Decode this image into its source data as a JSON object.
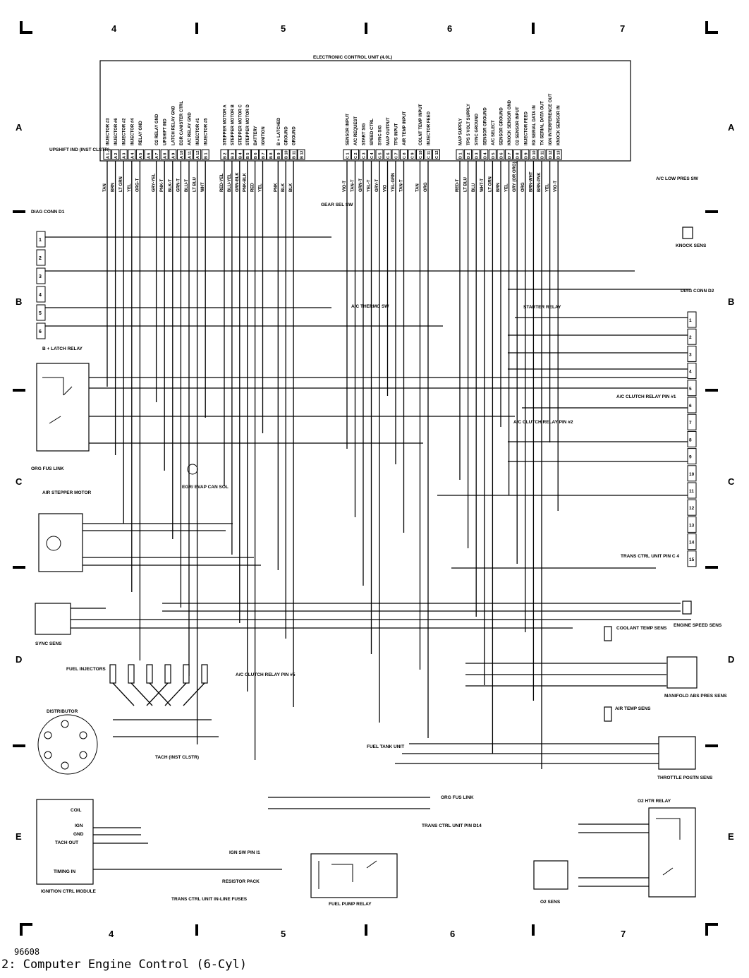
{
  "grid": {
    "columns": [
      "4",
      "5",
      "6",
      "7"
    ],
    "rows": [
      "A",
      "B",
      "C",
      "D",
      "E"
    ]
  },
  "ecu": {
    "title": "ELECTRONIC CONTROL UNIT (4.0L)",
    "pins_a": [
      {
        "pin": "A 1",
        "func": "INJECTOR #3",
        "wire": "TAN"
      },
      {
        "pin": "A 2",
        "func": "INJECTOR #6",
        "wire": "BRN"
      },
      {
        "pin": "A 3",
        "func": "INJECTOR #2",
        "wire": "LT GRN"
      },
      {
        "pin": "A 4",
        "func": "INJECTOR #4",
        "wire": "YEL"
      },
      {
        "pin": "A 5",
        "func": "RELAY GND",
        "wire": "ORG-T"
      },
      {
        "pin": "A 6",
        "func": "",
        "wire": ""
      },
      {
        "pin": "A 7",
        "func": "O2 RELAY GND",
        "wire": "GRY-YEL"
      },
      {
        "pin": "A 8",
        "func": "UPSHIFT IND",
        "wire": "PNK-T"
      },
      {
        "pin": "A 9",
        "func": "LATCH RELAY GND",
        "wire": "BLK-T"
      },
      {
        "pin": "A 10",
        "func": "EGR CANISTER CTRL",
        "wire": "GRN-T"
      },
      {
        "pin": "A 11",
        "func": "A/C RELAY GND",
        "wire": "BLU-T"
      },
      {
        "pin": "A 12",
        "func": "INJECTOR #1",
        "wire": "LT BLU"
      },
      {
        "pin": "B 1",
        "func": "INJECTOR #5",
        "wire": "WHT"
      }
    ],
    "pins_b": [
      {
        "pin": "B 2",
        "func": "STEPPER MOTOR A",
        "wire": "RED-YEL"
      },
      {
        "pin": "B 3",
        "func": "STEPPER MOTOR B",
        "wire": "BLU-YEL"
      },
      {
        "pin": "B 4",
        "func": "STEPPER MOTOR C",
        "wire": "GRN-BLK"
      },
      {
        "pin": "B 5",
        "func": "STEPPER MOTOR D",
        "wire": "PNK-BLK"
      },
      {
        "pin": "B 6",
        "func": "BATTERY",
        "wire": "RED"
      },
      {
        "pin": "B 7",
        "func": "IGNITION",
        "wire": "YEL"
      },
      {
        "pin": "B 8",
        "func": "",
        "wire": ""
      },
      {
        "pin": "B 9",
        "func": "B + LATCHED",
        "wire": "PNK"
      },
      {
        "pin": "B 10",
        "func": "GROUND",
        "wire": "BLK"
      },
      {
        "pin": "B 11",
        "func": "GROUND",
        "wire": "BLK"
      },
      {
        "pin": "B 12",
        "func": "",
        "wire": ""
      }
    ],
    "pins_c": [
      {
        "pin": "C 1",
        "func": "SENSOR INPUT",
        "wire": "VIO-T"
      },
      {
        "pin": "C 2",
        "func": "A/C REQUEST",
        "wire": "TAN-T"
      },
      {
        "pin": "C 3",
        "func": "START SIG",
        "wire": "GRN-T"
      },
      {
        "pin": "C 4",
        "func": "SPEED CTRL",
        "wire": "YEL-T"
      },
      {
        "pin": "C 5",
        "func": "SYNC SIG",
        "wire": "GRY-T"
      },
      {
        "pin": "C 6",
        "func": "MAP OUTPUT",
        "wire": "VIO"
      },
      {
        "pin": "C 7",
        "func": "TPS INPUT",
        "wire": "YEL-GRN"
      },
      {
        "pin": "C 8",
        "func": "AIR TEMP INPUT",
        "wire": "TAN-T"
      },
      {
        "pin": "C 9",
        "func": "",
        "wire": ""
      },
      {
        "pin": "C 10",
        "func": "COLNT TEMP INPUT",
        "wire": "TAN"
      },
      {
        "pin": "C 11",
        "func": "INJECTOR FEED",
        "wire": "ORG"
      },
      {
        "pin": "C 12",
        "func": "",
        "wire": ""
      }
    ],
    "pins_d": [
      {
        "pin": "D 1",
        "func": "MAP SUPPLY",
        "wire": "RED-T"
      },
      {
        "pin": "D 2",
        "func": "TPS 5 VOLT SUPPLY",
        "wire": "LT BLU"
      },
      {
        "pin": "D 3",
        "func": "SYNC GROUND",
        "wire": "BLU"
      },
      {
        "pin": "D 4",
        "func": "SENSOR GROUND",
        "wire": "WHT-T"
      },
      {
        "pin": "D 5",
        "func": "A/C SELECT",
        "wire": "LT GRN"
      },
      {
        "pin": "D 6",
        "func": "SENSOR GROUND",
        "wire": "BRN"
      },
      {
        "pin": "D 7",
        "func": "KNOCK SENSOR GND",
        "wire": "YEL"
      },
      {
        "pin": "D 8",
        "func": "O2 SENSOR INPUT",
        "wire": "GRY (OR ORG)"
      },
      {
        "pin": "D 9",
        "func": "INJECTOR FEED",
        "wire": "ORG"
      },
      {
        "pin": "D 10",
        "func": "RX SERIAL DATA IN",
        "wire": "BRN-WHT"
      },
      {
        "pin": "D 11",
        "func": "TX SERIAL DATA OUT",
        "wire": "BRN-PNK"
      },
      {
        "pin": "D 12",
        "func": "IGN INTERFERENCE OUT",
        "wire": "YEL"
      },
      {
        "pin": "D 13",
        "func": "KNOCK SENSOR IN",
        "wire": "VIO-T"
      }
    ]
  },
  "labels": {
    "upshift": "UPSHIFT IND (INST CLSTR)",
    "diag_conn_d1": "DIAG CONN D1",
    "diag_conn_d2": "DIAG CONN D2",
    "gear_sel": "GEAR SEL SW",
    "ac_low": "A/C LOW PRES SW",
    "knock": "KNOCK SENS",
    "ac_thermo": "A/C THERMO SW",
    "starter": "STARTER RELAY",
    "latch_relay": "B + LATCH RELAY",
    "ac_clutch_relay_1": "A/C CLUTCH RELAY PIN #1",
    "ac_clutch_relay_2": "A/C CLUTCH RELAY PIN #2",
    "org_fus": "ORG FUS LINK",
    "egr": "EGR/ EVAP CAN SOL",
    "air_stepper": "AIR STEPPER MOTOR",
    "trans_ctrl_c4": "TRANS CTRL UNIT PIN C 4",
    "sync_sens": "SYNC SENS",
    "engine_speed": "ENGINE SPEED SENS",
    "coolant": "COOLANT TEMP SENS",
    "fuel_inj": "FUEL INJECTORS",
    "ac_clutch_5": "A/C CLUTCH RELAY PIN #5",
    "manifold": "MANIFOLD ABS PRES SENS",
    "air_temp": "AIR TEMP SENS",
    "distributor": "DISTRIBUTOR",
    "tach": "TACH (INST CLSTR)",
    "fuel_tank": "FUEL TANK UNIT",
    "throttle": "THROTTLE POSTN SENS",
    "org_fus_link2": "ORG FUS LINK",
    "trans_d14": "TRANS CTRL UNIT PIN D14",
    "o2_htr": "O2 HTR RELAY",
    "ign_sw": "IGN SW PIN I1",
    "resistor": "RESISTOR PACK",
    "trans_fuses": "TRANS CTRL UNIT IN-LINE FUSES",
    "fuel_pump": "FUEL PUMP RELAY",
    "o2_sens": "O2 SENS",
    "ignition_module": "IGNITION CTRL MODULE",
    "coil": "COIL",
    "ign": "IGN",
    "gnd": "GND",
    "tach_out": "TACH OUT",
    "timing_in": "TIMING IN"
  },
  "diag_d2_pins": [
    "1",
    "2",
    "3",
    "4",
    "5",
    "6",
    "7",
    "8",
    "9",
    "10",
    "11",
    "12",
    "13",
    "14",
    "15"
  ],
  "diag_d1_pins": [
    "1",
    "2",
    "3",
    "4",
    "5",
    "6"
  ],
  "footer": {
    "figure_number": "96608",
    "caption": "2:  Computer Engine Control (6-Cyl)"
  }
}
